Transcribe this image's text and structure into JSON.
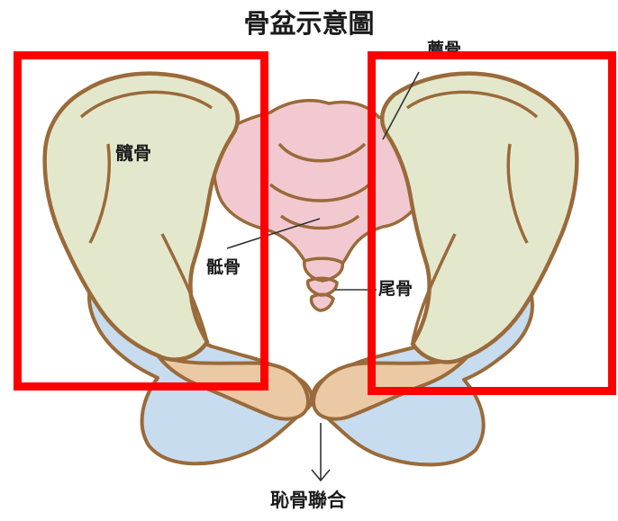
{
  "title": "骨盆示意圖",
  "labels": {
    "ilium": "髖骨",
    "sacrum": "骶骨",
    "coccyx": "尾骨",
    "top_partial": "薦骨",
    "pubic_symphysis": "恥骨聯合"
  },
  "highlights": [
    "left-hip-bone",
    "right-hip-bone"
  ],
  "colors": {
    "highlight": "#ff0000",
    "ilium_fill": "#e3e8cc",
    "pubis_fill": "#c7dcef",
    "sacrum_fill": "#f2c9d1",
    "joint_fill": "#ecc9a5",
    "outline": "#9a6a3a"
  }
}
